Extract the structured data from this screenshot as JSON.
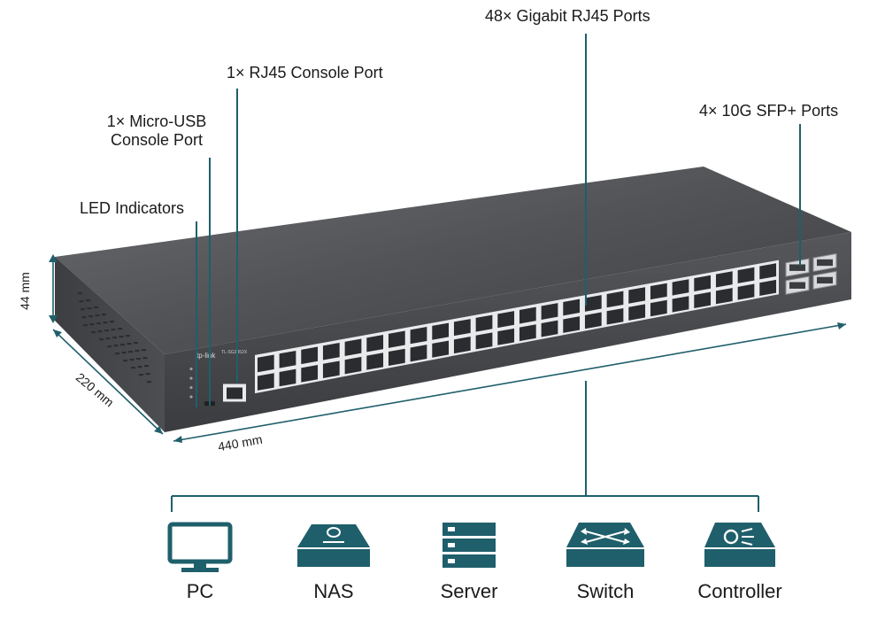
{
  "callouts": {
    "gigabit_ports": "48× Gigabit RJ45 Ports",
    "rj45_console": "1× RJ45 Console Port",
    "micro_usb_line1": "1× Micro-USB",
    "micro_usb_line2": "Console Port",
    "led_indicators": "LED Indicators",
    "sfp_ports": "4× 10G SFP+ Ports"
  },
  "dimensions": {
    "height": "44 mm",
    "depth": "220 mm",
    "width": "440 mm"
  },
  "switch": {
    "brand": "tp-link",
    "model": "TL-SG3452X",
    "port_count": 48,
    "sfp_count": 4
  },
  "devices": [
    {
      "label": "PC",
      "icon": "pc-icon"
    },
    {
      "label": "NAS",
      "icon": "nas-icon"
    },
    {
      "label": "Server",
      "icon": "server-icon"
    },
    {
      "label": "Switch",
      "icon": "switch-icon"
    },
    {
      "label": "Controller",
      "icon": "controller-icon"
    }
  ],
  "colors": {
    "accent": "#1f5f6b",
    "chassis": "#4a4c4f",
    "chassis_top": "#5b5d60",
    "port": "#2a2c2f"
  }
}
